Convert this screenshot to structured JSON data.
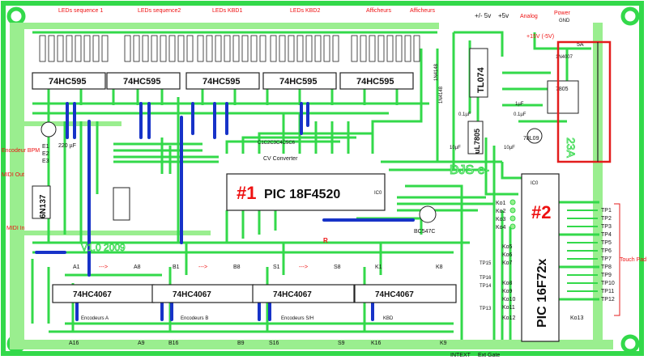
{
  "colors": {
    "board": "#9aee8f",
    "trace": "#33d94a",
    "jumper": "#1733c8",
    "silkscreen": "#111111",
    "annotation": "#e31c1c",
    "chip_outline": "#222222",
    "background": "#ffffff"
  },
  "top_labels": {
    "leds_seq1": "LEDs sequence 1",
    "leds_seq2": "LEDs sequence2",
    "leds_kbd1": "LEDs KBD1",
    "leds_kbd2": "LEDs KBD2",
    "afficheurs1": "Afficheurs",
    "afficheurs2": "Afficheurs",
    "vplus_minus": "+/- 5v",
    "plus5": "+5v",
    "analog": "Analog",
    "power": "Power",
    "gnd": "GND",
    "plus_minus_15": "+15V (-5V)",
    "ampere": "5A"
  },
  "shift_registers": [
    "74HC595",
    "74HC595",
    "74HC595",
    "74HC595",
    "74HC595"
  ],
  "left_labels": {
    "encodeur_bpm": "Encodeur BPM",
    "e1": "E1",
    "e2": "E2",
    "e3": "E3",
    "midi_out": "MIDI Out",
    "midi_in": "MIDI In",
    "cap_220": "220 µF"
  },
  "main_chip": {
    "tag": "#1",
    "name": "PIC 18F4520",
    "pin_label": "IC0"
  },
  "second_chip": {
    "tag": "#2",
    "name": "PIC 16F72x",
    "pin_label": "IC0"
  },
  "converter": {
    "name": "CV Converter",
    "pins": "C1C2C3C4C5C6"
  },
  "opto": {
    "name": "6N137"
  },
  "transistor": {
    "name": "BC547C"
  },
  "regulators": {
    "tl074": "TL074",
    "l7805": "7805",
    "l78l09": "78L09",
    "lm7805_small": "uL7805",
    "rear_text": "23A"
  },
  "diodes": {
    "d1": "1N4148",
    "d2": "1N4148",
    "d3": "1N4007"
  },
  "caps": {
    "c1": "0.1µF",
    "c2": "0.1µF",
    "c3": "1µF",
    "c4": "10µF",
    "c5": "10µF"
  },
  "board_text": {
    "version": "V1.0 2009",
    "mirror": "DJS e-"
  },
  "muxes": [
    {
      "chip": "74HC4067",
      "start": "A1",
      "arrow": "--->",
      "end": "A8",
      "name": "Encodeurs A",
      "low": "A16",
      "low_end": "A9"
    },
    {
      "chip": "74HC4067",
      "start": "B1",
      "arrow": "--->",
      "end": "B8",
      "name": "Encodeurs B",
      "low": "B16",
      "low_end": "B9"
    },
    {
      "chip": "74HC4067",
      "start": "S1",
      "arrow": "--->",
      "end": "S8",
      "name": "Encodeurs S/H",
      "low": "S16",
      "low_end": "S9"
    },
    {
      "chip": "74HC4067",
      "start": "K1",
      "arrow": "",
      "end": "K8",
      "name": "KBD",
      "low": "K16",
      "low_end": "K9"
    }
  ],
  "keys_a": [
    "Ko1",
    "Ko2",
    "Ko3",
    "Ko4"
  ],
  "keys_b": [
    "Ko5",
    "Ko6",
    "Ko7",
    "Ko8",
    "Ko9",
    "Ko10",
    "Ko11",
    "Ko12",
    "Ko13"
  ],
  "touch_pad": {
    "title": "Touch Pad",
    "pins": [
      "TP1",
      "TP2",
      "TP3",
      "TP4",
      "TP5",
      "TP6",
      "TP7",
      "TP8",
      "TP9",
      "TP10",
      "TP11",
      "TP12"
    ]
  },
  "tp_side": [
    "TP15",
    "TP16",
    "TP14",
    "TP13"
  ],
  "bottom_labels": {
    "intext": "INTEXT",
    "ext_gate": "Ext Gate"
  },
  "r_label": "R"
}
